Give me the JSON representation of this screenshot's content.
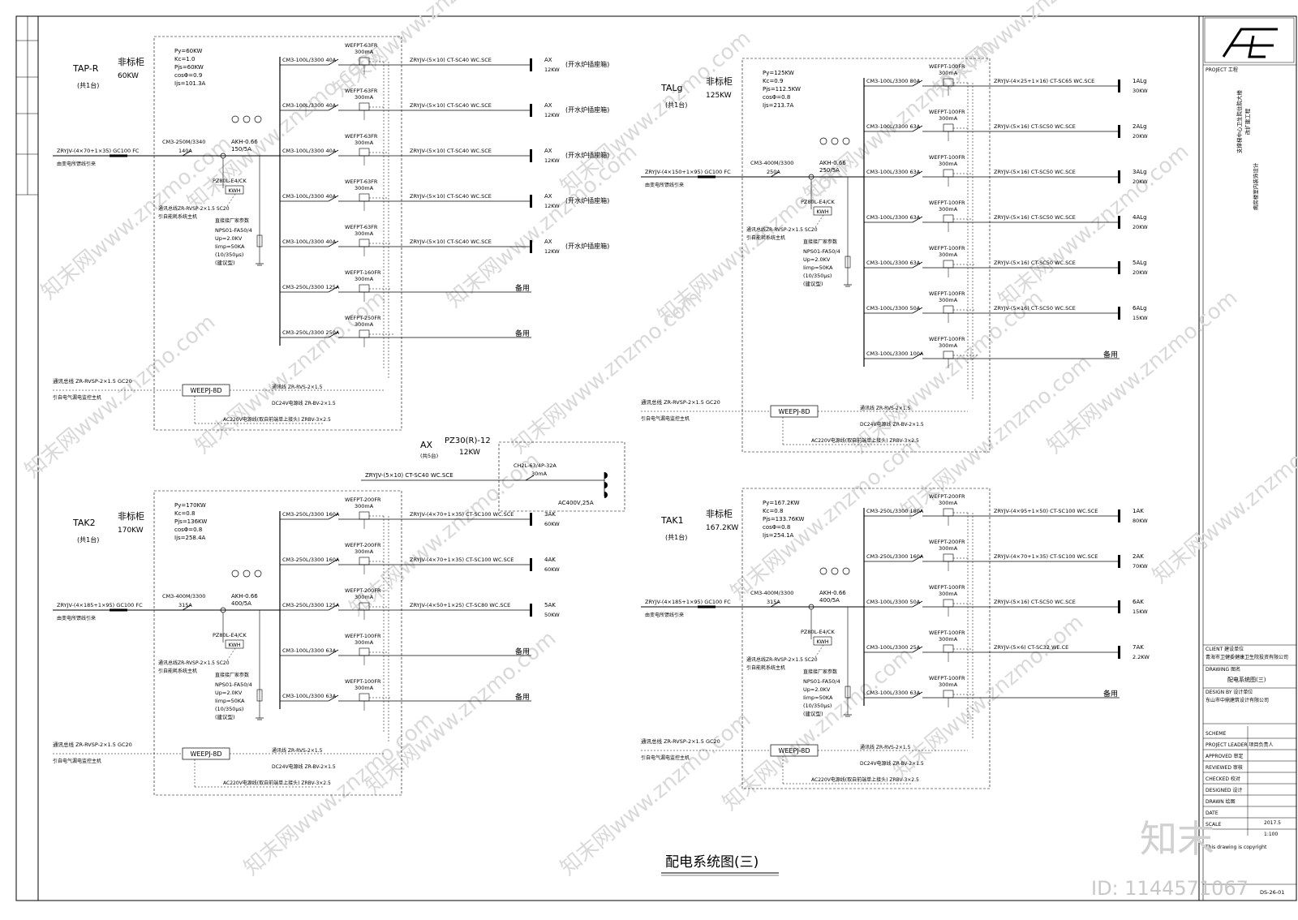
{
  "drawing_title": "配电系统图(三)",
  "watermark": "知末网www.znzmo.com",
  "brand_mark": "知末",
  "image_id": "ID: 1144571067",
  "panels": [
    {
      "id": "TAP-R",
      "cabinet": "非标柜",
      "power": "60KW",
      "qty": "(共1台)",
      "params": [
        "Py=60KW",
        "Kc=1.0",
        "Pjs=60KW",
        "cosΦ=0.9",
        "Ijs=101.3A"
      ],
      "incoming_cable": "ZRYJV-(4×70+1×35) GC100 FC",
      "incoming_src": "由变电所馈线引来",
      "main_breaker": "CM3-250M/3340",
      "main_rating": "140A",
      "ct": "AKH-0.66",
      "ct_ratio": "150/5A",
      "meter": "PZ80L-E4/CK",
      "meter_box": "KWH",
      "comm_bus": "通讯总线ZR-RVSP-2×1.5 SC20",
      "comm_bus_to": "引自能耗系统主机",
      "spd_note": "直接接厂家参数",
      "spd": [
        "NPS01-FA50/4",
        "Up=2.0KV",
        "Iimp=50KA",
        "(10/350μs)",
        "(建议型)"
      ],
      "branches": [
        {
          "breaker": "CM3-100L/3300 40A",
          "rcd": "WEFPT-63FR",
          "ma": "300mA",
          "cable": "ZRYJV-(5×10)  CT-SC40  WC.SCE",
          "dest": "AX",
          "kw": "12KW",
          "note": "(开水炉插座箱)"
        },
        {
          "breaker": "CM3-100L/3300 40A",
          "rcd": "WEFPT-63FR",
          "ma": "300mA",
          "cable": "ZRYJV-(5×10)  CT-SC40  WC.SCE",
          "dest": "AX",
          "kw": "12KW",
          "note": "(开水炉插座箱)"
        },
        {
          "breaker": "CM3-100L/3300 40A",
          "rcd": "WEFPT-63FR",
          "ma": "300mA",
          "cable": "ZRYJV-(5×10)  CT-SC40  WC.SCE",
          "dest": "AX",
          "kw": "12KW",
          "note": "(开水炉插座箱)"
        },
        {
          "breaker": "CM3-100L/3300 40A",
          "rcd": "WEFPT-63FR",
          "ma": "300mA",
          "cable": "ZRYJV-(5×10)  CT-SC40  WC.SCE",
          "dest": "AX",
          "kw": "12KW",
          "note": "(开水炉插座箱)"
        },
        {
          "breaker": "CM3-100L/3300 40A",
          "rcd": "WEFPT-63FR",
          "ma": "300mA",
          "cable": "ZRYJV-(5×10)  CT-SC40  WC.SCE",
          "dest": "AX",
          "kw": "12KW",
          "note": "(开水炉插座箱)"
        },
        {
          "breaker": "CM3-250L/3300 125A",
          "rcd": "WEFPT-160FR",
          "ma": "300mA",
          "cable": "",
          "dest": "",
          "kw": "",
          "note": "备用"
        },
        {
          "breaker": "CM3-250L/3300 250A",
          "rcd": "WEFPT-250FR",
          "ma": "300mA",
          "cable": "",
          "dest": "",
          "kw": "",
          "note": "备用"
        }
      ],
      "fire_bus": "通讯总线 ZR-RVSP-2×1.5 GC20",
      "fire_bus_to": "引自电气漏电监控主机",
      "module": "WEEPJ-8D",
      "comm_line": "通讯线  ZR-RVS-2×1.5",
      "dc_line": "DC24V电源线  ZR-BV-2×1.5",
      "ac_line": "AC220V电源线(取自前端单上接头) ZRBV-3×2.5"
    },
    {
      "id": "TALg",
      "cabinet": "非标柜",
      "power": "125KW",
      "qty": "(共1台)",
      "params": [
        "Py=125KW",
        "Kc=0.9",
        "Pjs=112.5KW",
        "cosΦ=0.8",
        "Ijs=213.7A"
      ],
      "incoming_cable": "ZRYJV-(4×150+1×95) GC100 FC",
      "incoming_src": "由变电所馈线引来",
      "main_breaker": "CM3-400M/3300",
      "main_rating": "250A",
      "ct": "AKH-0.66",
      "ct_ratio": "250/5A",
      "meter": "PZ80L-E4/CK",
      "meter_box": "KWH",
      "comm_bus": "通讯总线ZR-RVSP-2×1.5 SC20",
      "comm_bus_to": "引自能耗系统主机",
      "spd_note": "直接接厂家参数",
      "spd": [
        "NPS01-FA50/4",
        "Up=2.0KV",
        "Iimp=50KA",
        "(10/350μs)",
        "(建议型)"
      ],
      "branches": [
        {
          "breaker": "CM3-100L/3300 80A",
          "rcd": "WEFPT-100FR",
          "ma": "300mA",
          "cable": "ZRYJV-(4×25+1×16)  CT-SC65  WC.SCE",
          "dest": "1ALg",
          "kw": "30KW",
          "note": ""
        },
        {
          "breaker": "CM3-100L/3300 63A",
          "rcd": "WEFPT-100FR",
          "ma": "300mA",
          "cable": "ZRYJV-(5×16)  CT-SC50  WC.SCE",
          "dest": "2ALg",
          "kw": "20KW",
          "note": ""
        },
        {
          "breaker": "CM3-100L/3300 63A",
          "rcd": "WEFPT-100FR",
          "ma": "300mA",
          "cable": "ZRYJV-(5×16)  CT-SC50  WC.SCE",
          "dest": "3ALg",
          "kw": "20KW",
          "note": ""
        },
        {
          "breaker": "CM3-100L/3300 63A",
          "rcd": "WEFPT-100FR",
          "ma": "300mA",
          "cable": "ZRYJV-(5×16)  CT-SC50  WC.SCE",
          "dest": "4ALg",
          "kw": "20KW",
          "note": ""
        },
        {
          "breaker": "CM3-100L/3300 63A",
          "rcd": "WEFPT-100FR",
          "ma": "300mA",
          "cable": "ZRYJV-(5×16)  CT-SC50  WC.SCE",
          "dest": "5ALg",
          "kw": "20KW",
          "note": ""
        },
        {
          "breaker": "CM3-100L/3300 50A",
          "rcd": "WEFPT-100FR",
          "ma": "300mA",
          "cable": "ZRYJV-(5×16)  CT-SC50  WC.SCE",
          "dest": "6ALg",
          "kw": "15KW",
          "note": ""
        },
        {
          "breaker": "CM3-100L/3300 100A",
          "rcd": "WEFPT-100FR",
          "ma": "300mA",
          "cable": "",
          "dest": "",
          "kw": "",
          "note": "备用"
        }
      ],
      "fire_bus": "通讯总线 ZR-RVSP-2×1.5 GC20",
      "fire_bus_to": "引自电气漏电监控主机",
      "module": "WEEPJ-8D",
      "comm_line": "通讯线  ZR-RVS-2×1.5",
      "dc_line": "DC24V电源线  ZR-BV-2×1.5",
      "ac_line": "AC220V电源线(取自前端单上接头) ZRBV-3×2.5"
    },
    {
      "id": "TAK2",
      "cabinet": "非标柜",
      "power": "170KW",
      "qty": "(共1台)",
      "params": [
        "Py=170KW",
        "Kc=0.8",
        "Pjs=136KW",
        "cosΦ=0.8",
        "Ijs=258.4A"
      ],
      "incoming_cable": "ZRYJV-(4×185+1×95) GC100 FC",
      "incoming_src": "由变电所馈线引来",
      "main_breaker": "CM3-400M/3300",
      "main_rating": "315A",
      "ct": "AKH-0.66",
      "ct_ratio": "400/5A",
      "meter": "PZ80L-E4/CK",
      "meter_box": "KWH",
      "comm_bus": "通讯总线ZR-RVSP-2×1.5 SC20",
      "comm_bus_to": "引自能耗系统主机",
      "spd_note": "直接接厂家参数",
      "spd": [
        "NPS01-FA50/4",
        "Up=2.0KV",
        "Iimp=50KA",
        "(10/350μs)",
        "(建议型)"
      ],
      "branches": [
        {
          "breaker": "CM3-250L/3300 160A",
          "rcd": "WEFPT-200FR",
          "ma": "300mA",
          "cable": "ZRYJV-(4×70+1×35)  CT-SC100  WC.SCE",
          "dest": "3AK",
          "kw": "60KW",
          "note": ""
        },
        {
          "breaker": "CM3-250L/3300 160A",
          "rcd": "WEFPT-200FR",
          "ma": "300mA",
          "cable": "ZRYJV-(4×70+1×35)  CT-SC100  WC.SCE",
          "dest": "4AK",
          "kw": "60KW",
          "note": ""
        },
        {
          "breaker": "CM3-250L/3300 125A",
          "rcd": "WEFPT-200FR",
          "ma": "300mA",
          "cable": "ZRYJV-(4×50+1×25)  CT-SC80  WC.SCE",
          "dest": "5AK",
          "kw": "50KW",
          "note": ""
        },
        {
          "breaker": "CM3-100L/3300 63A",
          "rcd": "WEFPT-100FR",
          "ma": "300mA",
          "cable": "",
          "dest": "",
          "kw": "",
          "note": "备用"
        },
        {
          "breaker": "CM3-100L/3300 63A",
          "rcd": "WEFPT-100FR",
          "ma": "300mA",
          "cable": "",
          "dest": "",
          "kw": "",
          "note": "备用"
        }
      ],
      "fire_bus": "通讯总线 ZR-RVSP-2×1.5 GC20",
      "fire_bus_to": "引自电气漏电监控主机",
      "module": "WEEPJ-8D",
      "comm_line": "通讯线  ZR-RVS-2×1.5",
      "dc_line": "DC24V电源线  ZR-BV-2×1.5",
      "ac_line": "AC220V电源线(取自前端单上接头) ZRBV-3×2.5"
    },
    {
      "id": "TAK1",
      "cabinet": "非标柜",
      "power": "167.2KW",
      "qty": "(共1台)",
      "params": [
        "Py=167.2KW",
        "Kc=0.8",
        "Pjs=133.76KW",
        "cosΦ=0.8",
        "Ijs=254.1A"
      ],
      "incoming_cable": "ZRYJV-(4×185+1×95) GC100 FC",
      "incoming_src": "由变电所馈线引来",
      "main_breaker": "CM3-400M/3300",
      "main_rating": "315A",
      "ct": "AKH-0.66",
      "ct_ratio": "400/5A",
      "meter": "PZ80L-E4/CK",
      "meter_box": "KWH",
      "comm_bus": "通讯总线ZR-RVSP-2×1.5 SC20",
      "comm_bus_to": "引自能耗系统主机",
      "spd_note": "直接接厂家参数",
      "spd": [
        "NPS01-FA50/4",
        "Up=2.0KV",
        "Iimp=50KA",
        "(10/350μs)",
        "(建议型)"
      ],
      "branches": [
        {
          "breaker": "CM3-250L/3300 180A",
          "rcd": "WEFPT-200FR",
          "ma": "300mA",
          "cable": "ZRYJV-(4×95+1×50)  CT-SC100  WC.SCE",
          "dest": "1AK",
          "kw": "80KW",
          "note": ""
        },
        {
          "breaker": "CM3-250L/3300 160A",
          "rcd": "WEFPT-200FR",
          "ma": "300mA",
          "cable": "ZRYJV-(4×70+1×35)  CT-SC100  WC.SCE",
          "dest": "2AK",
          "kw": "70KW",
          "note": ""
        },
        {
          "breaker": "CM3-100L/3300 50A",
          "rcd": "WEFPT-100FR",
          "ma": "300mA",
          "cable": "ZRYJV-(5×16)  CT-SC50  WC.SCE",
          "dest": "6AK",
          "kw": "15KW",
          "note": ""
        },
        {
          "breaker": "CM3-100L/3300 25A",
          "rcd": "WEFPT-100FR",
          "ma": "300mA",
          "cable": "ZRYJV-(5×6)  CT-SC32  WE.CE",
          "dest": "7AK",
          "kw": "2.2KW",
          "note": ""
        },
        {
          "breaker": "CM3-100L/3300 63A",
          "rcd": "WEFPT-100FR",
          "ma": "300mA",
          "cable": "",
          "dest": "",
          "kw": "",
          "note": "备用"
        }
      ],
      "fire_bus": "通讯总线 ZR-RVSP-2×1.5 GC20",
      "fire_bus_to": "引自电气漏电监控主机",
      "module": "WEEPJ-8D",
      "comm_line": "通讯线  ZR-RVS-2×1.5",
      "dc_line": "DC24V电源线  ZR-BV-2×1.5",
      "ac_line": "AC220V电源线(取自前端单上接头) ZRBV-3×2.5"
    }
  ],
  "ax_box": {
    "label": "AX",
    "qty": "(共5台)",
    "model": "PZ30(R)-12",
    "power": "12KW",
    "cable": "ZRYJV-(5×10)  CT-SC40  WC.SCE",
    "breaker": "CH2L-63/4P-32A",
    "ma": "30mA",
    "outlet": "AC400V,25A"
  },
  "title_block": {
    "project_label": "PROJECT 工程",
    "project_name": "支撑梯中心卫生院住院大楼",
    "project_sub": "改扩建工程",
    "project_detail": "病房楼室内装饰设计",
    "client_label": "CLIENT 建设单位",
    "client_name": "青海市卫健委健康卫生院投资有限公司",
    "drawing_label": "DRAWING 图名",
    "drawing_name": "配电系统图(三)",
    "designer_label": "DESIGN BY 设计单位",
    "designer_name": "东山市中鼎建筑设计有限公司",
    "rows": [
      "SCHEME",
      "PROJECT LEADER 项目负责人",
      "APPROVED 审定",
      "REVIEWED 审核",
      "CHECKED 校对",
      "DESIGNED 设计",
      "DRAWN 绘图",
      "DATE",
      "SCALE"
    ],
    "date": "2017.5",
    "scale": "1:100",
    "sheet_no": "DS-26-01",
    "note": "This drawing is copyright"
  }
}
